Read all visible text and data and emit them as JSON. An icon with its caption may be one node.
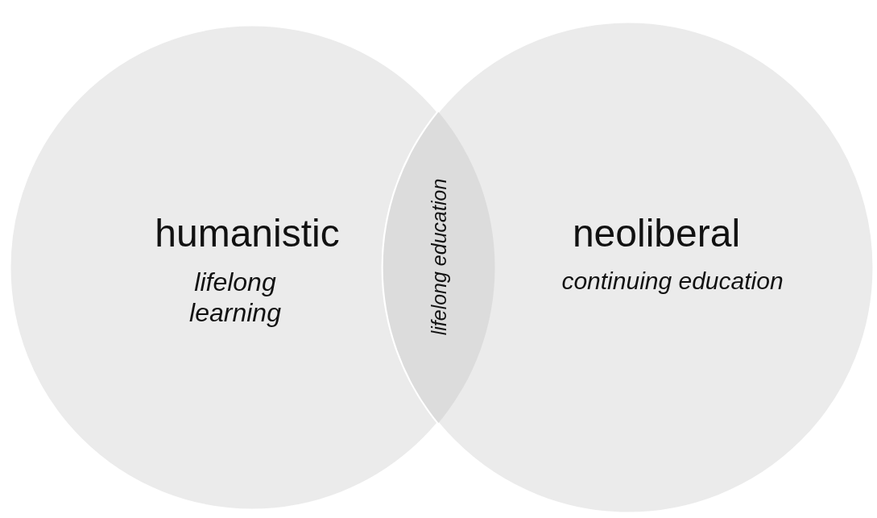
{
  "diagram": {
    "nodes": [
      {
        "text": [
          "humanistic",
          "lifelong learning"
        ]
      },
      {
        "text": [
          "neoliberal",
          "continuing education"
        ]
      },
      {
        "text": [
          "lifelong education"
        ]
      }
    ]
  }
}
